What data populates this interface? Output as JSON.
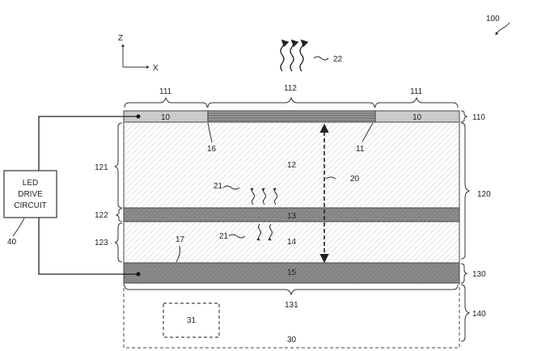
{
  "figure_number": "100",
  "axes": {
    "z_label": "Z",
    "x_label": "X"
  },
  "emitted_light_label": "22",
  "groups": {
    "g111_left": "111",
    "g112": "112",
    "g111_right": "111",
    "g131": "131"
  },
  "layers": {
    "l110": {
      "ref": "110",
      "pad_left": "10",
      "pad_right": "10"
    },
    "l120": "120",
    "l121": "121",
    "l12": "12",
    "l122": "122",
    "l13": "13",
    "l123": "123",
    "l14": "14",
    "l130": "130",
    "l15": "15",
    "l140": "140",
    "l30": "30",
    "l31": "31"
  },
  "callouts": {
    "c16": "16",
    "c11": "11",
    "c17": "17",
    "c20": "20",
    "c21_top": "21",
    "c21_bottom": "21"
  },
  "drive_circuit": {
    "line1": "LED",
    "line2": "DRIVE",
    "line3": "CIRCUIT",
    "ref": "40"
  },
  "colors": {
    "stroke": "#333333",
    "pad": "#c8c8c8",
    "active_layer": "#8a8a8a",
    "bottom_electrode": "#888888",
    "hatch": "#bdbdbd"
  }
}
